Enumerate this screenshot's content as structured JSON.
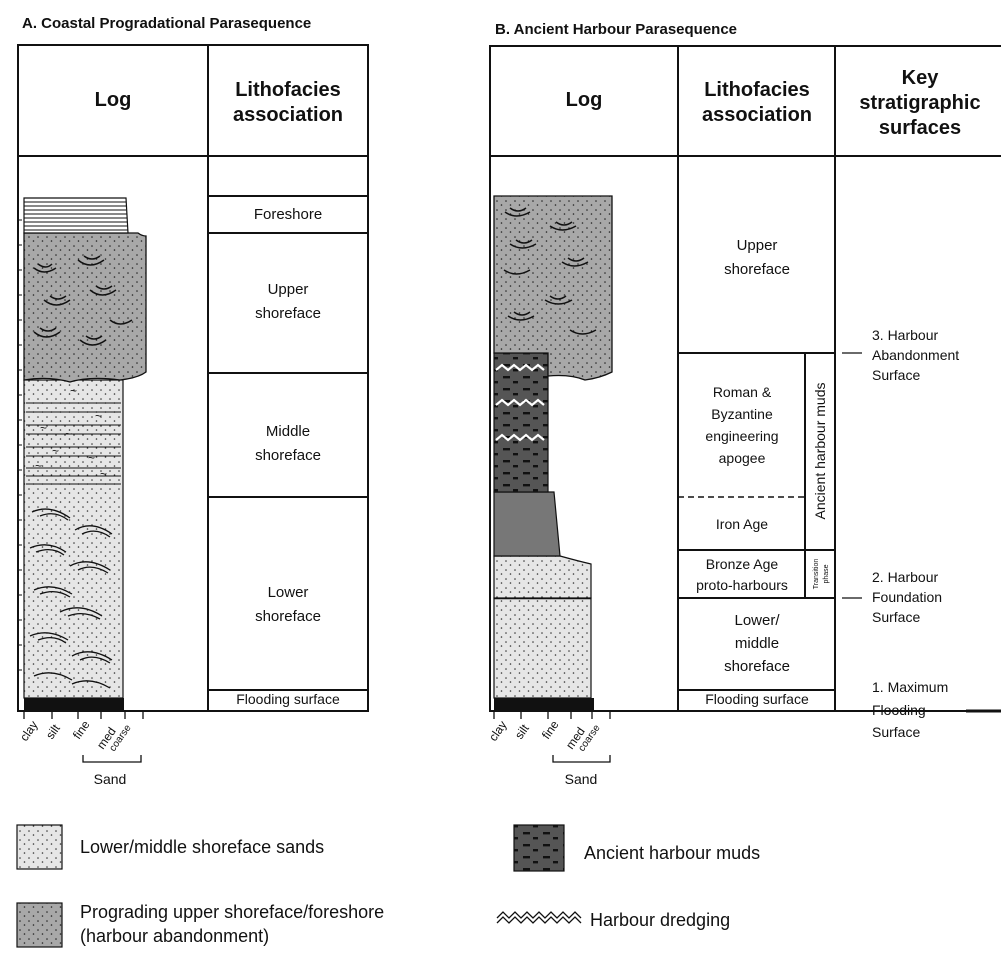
{
  "panelA": {
    "title": "A. Coastal Progradational Parasequence",
    "log_header": "Log",
    "litho_header": [
      "Lithofacies",
      "association"
    ],
    "units": {
      "foreshore": "Foreshore",
      "upper": [
        "Upper",
        "shoreface"
      ],
      "middle": [
        "Middle",
        "shoreface"
      ],
      "lower": [
        "Lower",
        "shoreface"
      ],
      "flooding": "Flooding surface"
    },
    "grain": [
      "clay",
      "silt",
      "fine",
      "med",
      "coarse"
    ],
    "sand": "Sand"
  },
  "panelB": {
    "title": "B. Ancient Harbour Parasequence",
    "log_header": "Log",
    "litho_header": [
      "Lithofacies",
      "association"
    ],
    "key_header": [
      "Key",
      "stratigraphic",
      "surfaces"
    ],
    "units": {
      "upper": [
        "Upper",
        "shoreface"
      ],
      "roman": [
        "Roman &",
        "Byzantine",
        "engineering",
        "apogee"
      ],
      "iron": "Iron Age",
      "bronze": [
        "Bronze Age",
        "proto-harbours"
      ],
      "lowmid": [
        "Lower/",
        "middle",
        "shoreface"
      ],
      "flooding": "Flooding surface"
    },
    "side_muds": "Ancient harbour muds",
    "side_transition": [
      "Transition",
      "phase"
    ],
    "surfaces": {
      "s3": [
        "3. Harbour",
        "Abandonment",
        "Surface"
      ],
      "s2": [
        "2. Harbour",
        "Foundation",
        "Surface"
      ],
      "s1": [
        "1. Maximum",
        "Flooding",
        "Surface"
      ]
    },
    "grain": [
      "clay",
      "silt",
      "fine",
      "med",
      "coarse"
    ],
    "sand": "Sand"
  },
  "legend": {
    "sands": "Lower/middle shoreface sands",
    "muds": "Ancient harbour muds",
    "prograding": [
      "Prograding upper shoreface/foreshore",
      "(harbour abandonment)"
    ],
    "dredging": "Harbour dredging"
  },
  "colors": {
    "light_sand": "#e6e6e6",
    "upper_sand": "#a8a8a8",
    "muds": "#555555",
    "iron_age": "#777777",
    "line": "#111111"
  }
}
